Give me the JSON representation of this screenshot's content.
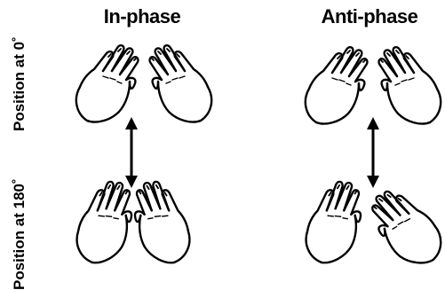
{
  "columns": {
    "in_phase": "In-phase",
    "anti_phase": "Anti-phase"
  },
  "rows": {
    "position_0": "Position at 0˚",
    "position_180": "Position at 180˚"
  },
  "icons": {
    "hand": "hand-icon",
    "arrow": "double-arrow-icon"
  },
  "colors": {
    "ink": "#000000",
    "background": "#ffffff"
  }
}
